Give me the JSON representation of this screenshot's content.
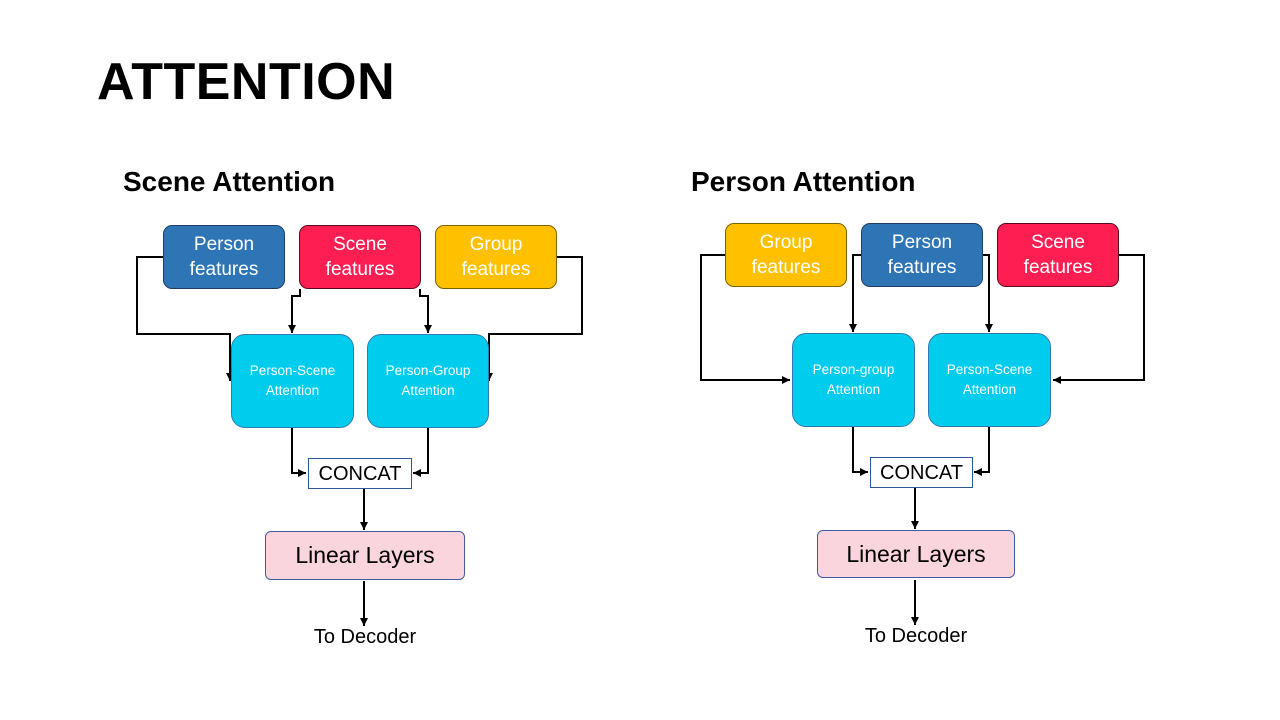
{
  "slide": {
    "title": "ATTENTION"
  },
  "scene_attention": {
    "title": "Scene Attention",
    "features": [
      {
        "label": "Person\nfeatures",
        "color": "#2e75b6"
      },
      {
        "label": "Scene\nfeatures",
        "color": "#ff1e52"
      },
      {
        "label": "Group\nfeatures",
        "color": "#ffc000"
      }
    ],
    "attention_blocks": [
      "Person-Scene\nAttention",
      "Person-Group\nAttention"
    ],
    "concat": "CONCAT",
    "linear": "Linear Layers",
    "output": "To Decoder"
  },
  "person_attention": {
    "title": "Person Attention",
    "features": [
      {
        "label": "Group\nfeatures",
        "color": "#ffc000"
      },
      {
        "label": "Person\nfeatures",
        "color": "#2e75b6"
      },
      {
        "label": "Scene\nfeatures",
        "color": "#ff1e52"
      }
    ],
    "attention_blocks": [
      "Person-group\nAttention",
      "Person-Scene\nAttention"
    ],
    "concat": "CONCAT",
    "linear": "Linear Layers",
    "output": "To Decoder"
  },
  "colors": {
    "attention_block": "#00ccee",
    "linear_block": "#fbd5dd",
    "arrow": "#000000"
  }
}
